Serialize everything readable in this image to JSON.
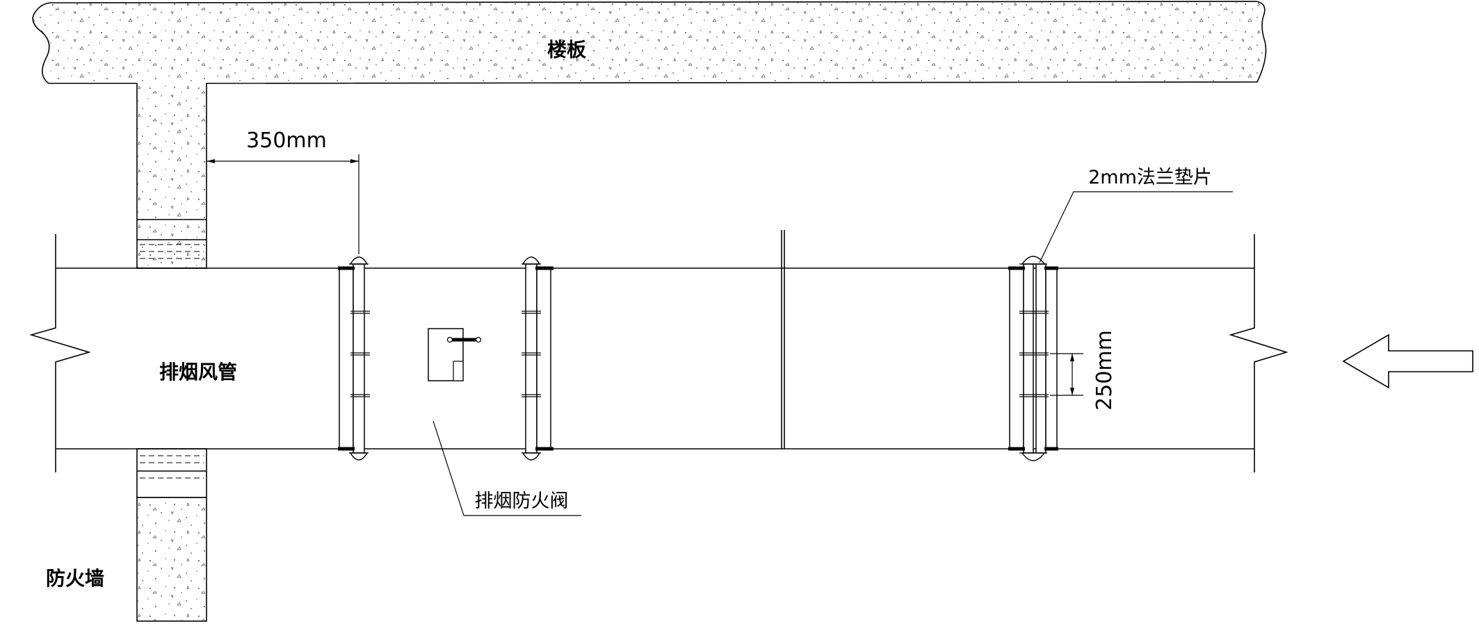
{
  "labels": {
    "floor_slab": "楼板",
    "fire_wall": "防火墙",
    "smoke_duct": "排烟风管",
    "smoke_fire_damper": "排烟防火阀",
    "flange_gasket": "2mm法兰垫片",
    "dim_distance": "350mm",
    "dim_spacing": "250mm"
  },
  "colors": {
    "line": "#000000",
    "background": "#ffffff"
  },
  "icons": {
    "flow_direction": "left-arrow-icon"
  }
}
